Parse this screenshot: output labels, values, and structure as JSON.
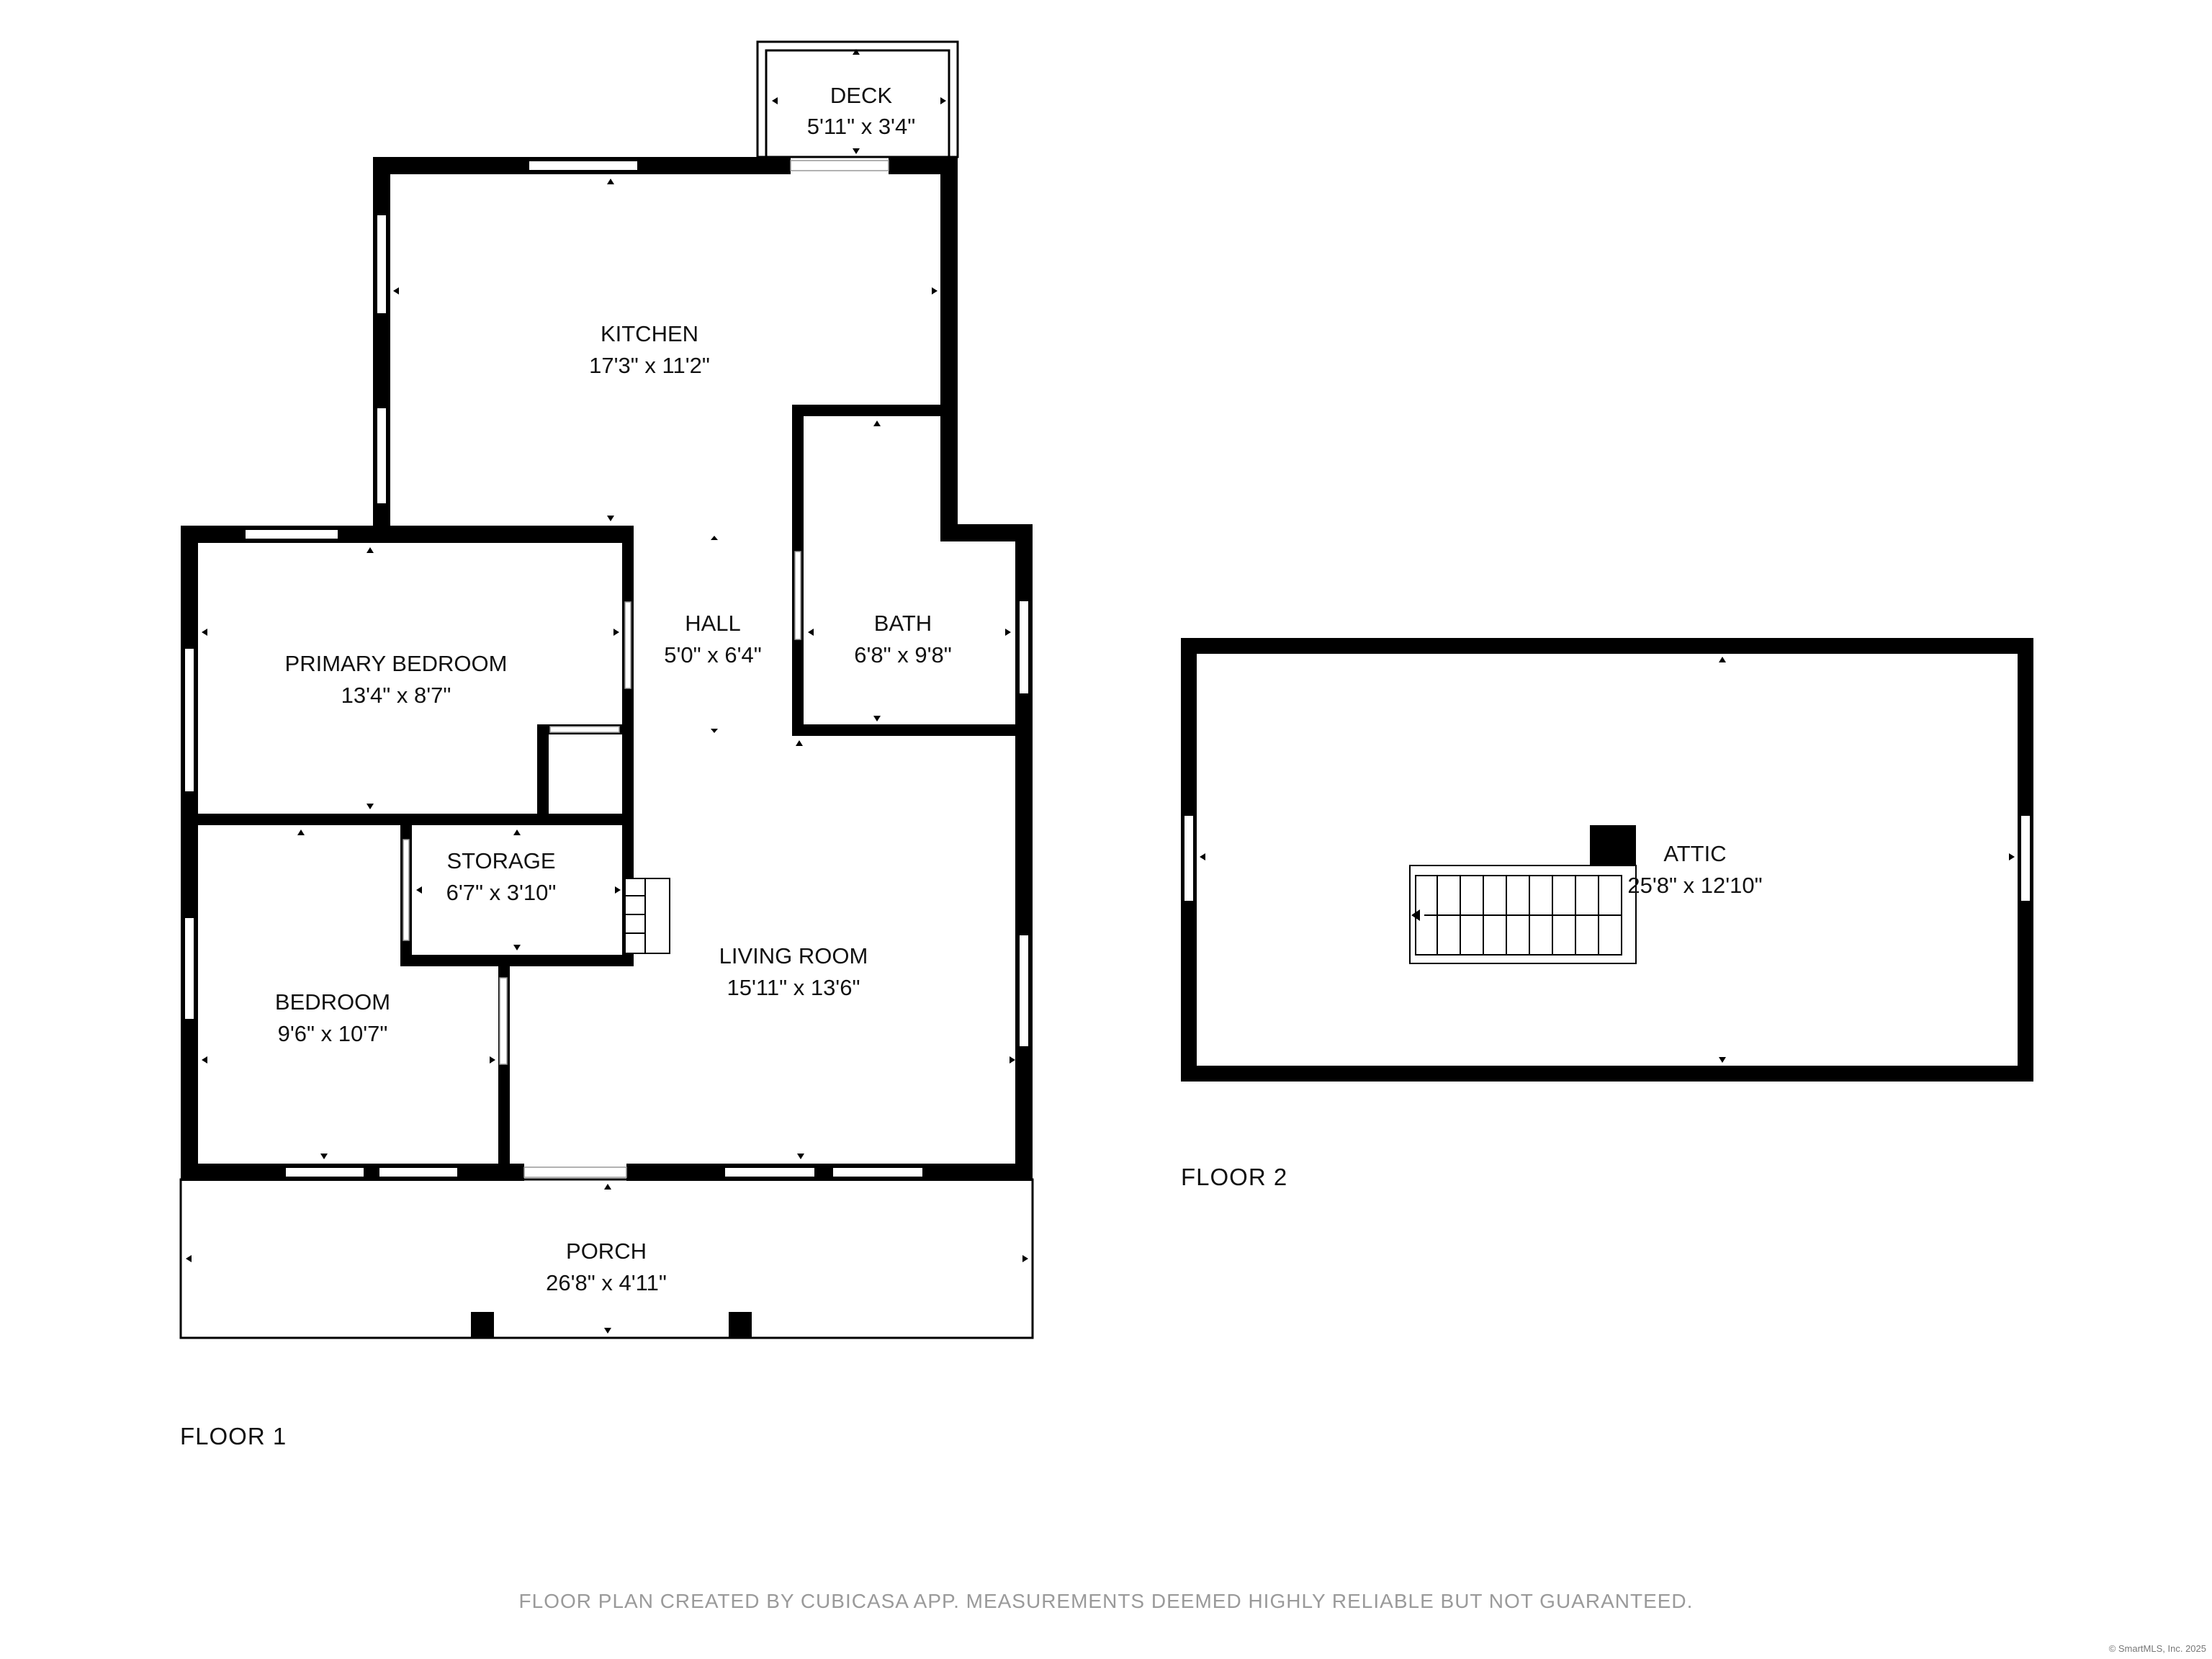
{
  "floors": [
    {
      "label": "FLOOR 1"
    },
    {
      "label": "FLOOR 2"
    }
  ],
  "rooms": {
    "deck": {
      "name": "DECK",
      "dim": "5'11\" x 3'4\""
    },
    "kitchen": {
      "name": "KITCHEN",
      "dim": "17'3\" x 11'2\""
    },
    "hall": {
      "name": "HALL",
      "dim": "5'0\" x 6'4\""
    },
    "bath": {
      "name": "BATH",
      "dim": "6'8\" x 9'8\""
    },
    "primary_bedroom": {
      "name": "PRIMARY BEDROOM",
      "dim": "13'4\" x 8'7\""
    },
    "storage": {
      "name": "STORAGE",
      "dim": "6'7\" x 3'10\""
    },
    "bedroom": {
      "name": "BEDROOM",
      "dim": "9'6\" x 10'7\""
    },
    "living_room": {
      "name": "LIVING ROOM",
      "dim": "15'11\" x 13'6\""
    },
    "porch": {
      "name": "PORCH",
      "dim": "26'8\" x 4'11\""
    },
    "attic": {
      "name": "ATTIC",
      "dim": "25'8\" x 12'10\""
    }
  },
  "footer": "FLOOR PLAN CREATED BY CUBICASA APP. MEASUREMENTS DEEMED HIGHLY RELIABLE BUT NOT GUARANTEED.",
  "copyright": "© SmartMLS, Inc. 2025",
  "colors": {
    "wall": "#000000",
    "background": "#ffffff",
    "footer_text": "#9a9a9a"
  }
}
